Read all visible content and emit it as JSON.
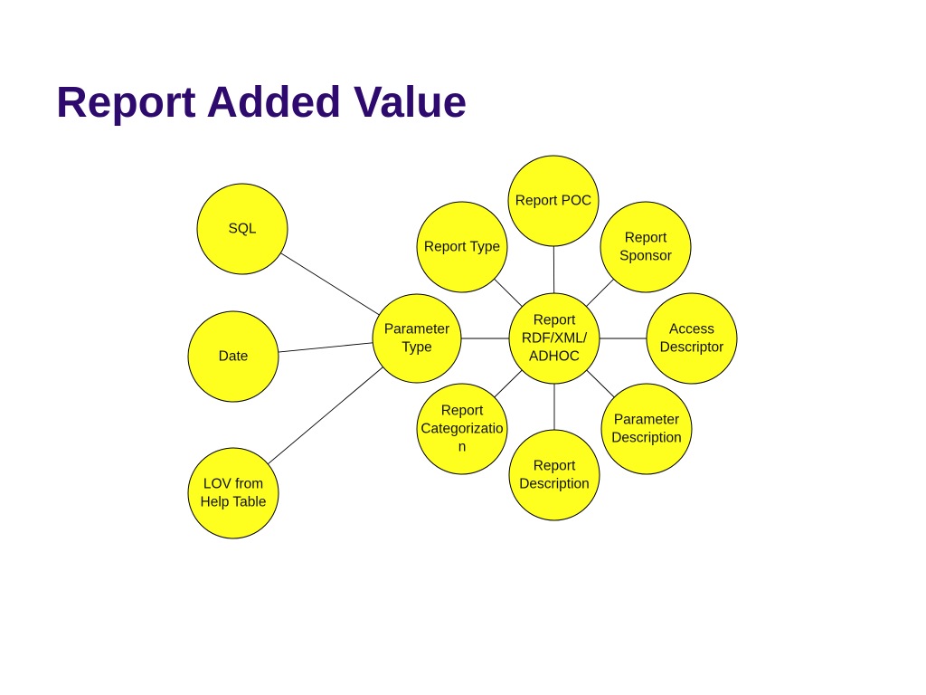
{
  "slide": {
    "title": "Report Added Value"
  },
  "colors": {
    "title": "#2e0a6e",
    "node_fill": "#ffff1f",
    "node_stroke": "#000000",
    "connector": "#000000",
    "background": "#ffffff"
  },
  "diagram": {
    "nodes": [
      {
        "id": "sql",
        "lines": [
          "SQL"
        ]
      },
      {
        "id": "date",
        "lines": [
          "Date"
        ]
      },
      {
        "id": "lov",
        "lines": [
          "LOV from",
          "Help Table"
        ]
      },
      {
        "id": "param-type",
        "lines": [
          "Parameter",
          "Type"
        ]
      },
      {
        "id": "report-type",
        "lines": [
          "Report Type"
        ]
      },
      {
        "id": "report-poc",
        "lines": [
          "Report POC"
        ]
      },
      {
        "id": "report-sponsor",
        "lines": [
          "Report",
          "Sponsor"
        ]
      },
      {
        "id": "report-center",
        "lines": [
          "Report",
          "RDF/XML/",
          "ADHOC"
        ]
      },
      {
        "id": "access-descriptor",
        "lines": [
          "Access",
          "Descriptor"
        ]
      },
      {
        "id": "report-categorization",
        "lines": [
          "Report",
          "Categorizatio",
          "n"
        ]
      },
      {
        "id": "report-description",
        "lines": [
          "Report",
          "Description"
        ]
      },
      {
        "id": "parameter-description",
        "lines": [
          "Parameter",
          "Description"
        ]
      }
    ],
    "edges": [
      [
        "param-type",
        "sql"
      ],
      [
        "param-type",
        "date"
      ],
      [
        "param-type",
        "lov"
      ],
      [
        "param-type",
        "report-center"
      ],
      [
        "report-center",
        "report-type"
      ],
      [
        "report-center",
        "report-poc"
      ],
      [
        "report-center",
        "report-sponsor"
      ],
      [
        "report-center",
        "access-descriptor"
      ],
      [
        "report-center",
        "parameter-description"
      ],
      [
        "report-center",
        "report-description"
      ],
      [
        "report-center",
        "report-categorization"
      ]
    ]
  }
}
